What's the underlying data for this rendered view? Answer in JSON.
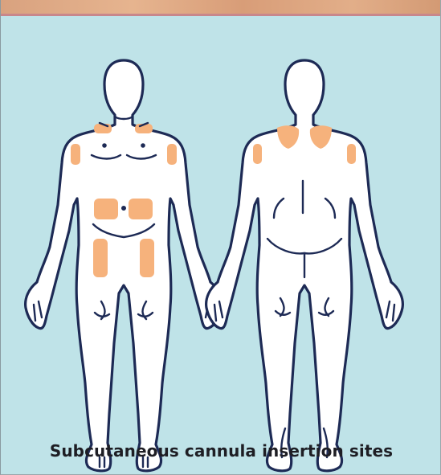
{
  "caption": "Subcutaneous cannula insertion sites",
  "colors": {
    "background": "#bfe3e8",
    "body_fill": "#ffffff",
    "outline": "#1d2a55",
    "site": "#f6b27c"
  },
  "figures": [
    {
      "view": "front",
      "sites": [
        "left-upper-chest",
        "right-upper-chest",
        "left-upper-arm",
        "right-upper-arm",
        "left-abdomen",
        "right-abdomen",
        "left-thigh",
        "right-thigh"
      ]
    },
    {
      "view": "back",
      "sites": [
        "left-upper-back",
        "right-upper-back",
        "left-upper-arm",
        "right-upper-arm"
      ]
    }
  ]
}
